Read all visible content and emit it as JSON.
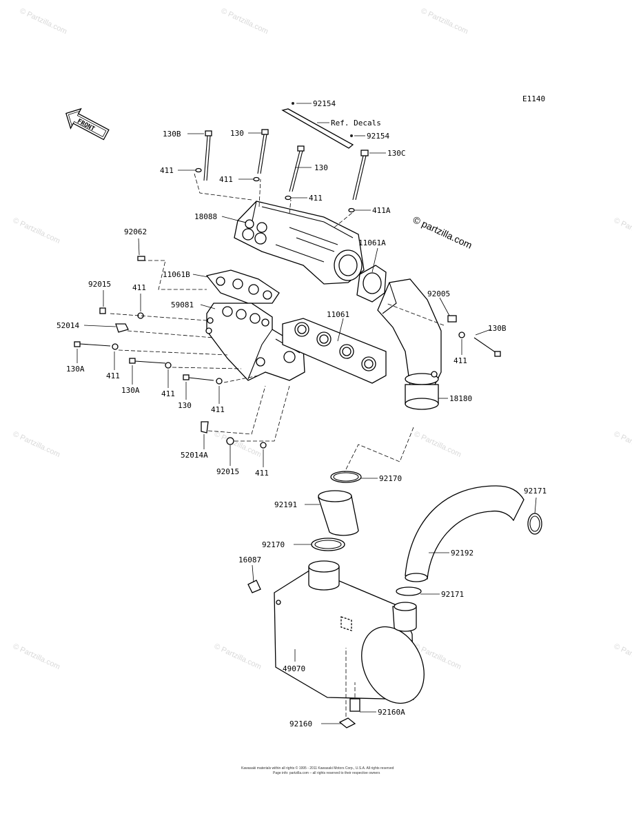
{
  "diagram": {
    "code": "E1140",
    "front_label": "FRONT",
    "watermark": "© Partzilla.com",
    "watermark_small": "© partzilla.com",
    "footer_line1": "Kawasaki materials within all rights © 1995 - 2011 Kawasaki Motors Corp., U.S.A. All rights reserved",
    "footer_line2": "Page info: partzilla.com – all rights reserved to their respective owners",
    "labels": {
      "92154_top": "92154",
      "ref_decals": "Ref. Decals",
      "92154_right": "92154",
      "130B_top": "130B",
      "130_a": "130",
      "130_b": "130",
      "130C": "130C",
      "411_a": "411",
      "411_b": "411",
      "411_c": "411",
      "411A": "411A",
      "18088": "18088",
      "11061A": "11061A",
      "92062": "92062",
      "11061B": "11061B",
      "92015_a": "92015",
      "411_d": "411",
      "59081": "59081",
      "92005": "92005",
      "52014": "52014",
      "11061": "11061",
      "130B_right": "130B",
      "130A_a": "130A",
      "411_e": "411",
      "411_f": "411",
      "130A_b": "130A",
      "411_g": "411",
      "130_c": "130",
      "411_h": "411",
      "18180": "18180",
      "52014A": "52014A",
      "92015_b": "92015",
      "411_i": "411",
      "92170_a": "92170",
      "92191": "92191",
      "92171_a": "92171",
      "92170_b": "92170",
      "92192": "92192",
      "16087": "16087",
      "92171_b": "92171",
      "49070": "49070",
      "92160A": "92160A",
      "92160": "92160"
    }
  }
}
